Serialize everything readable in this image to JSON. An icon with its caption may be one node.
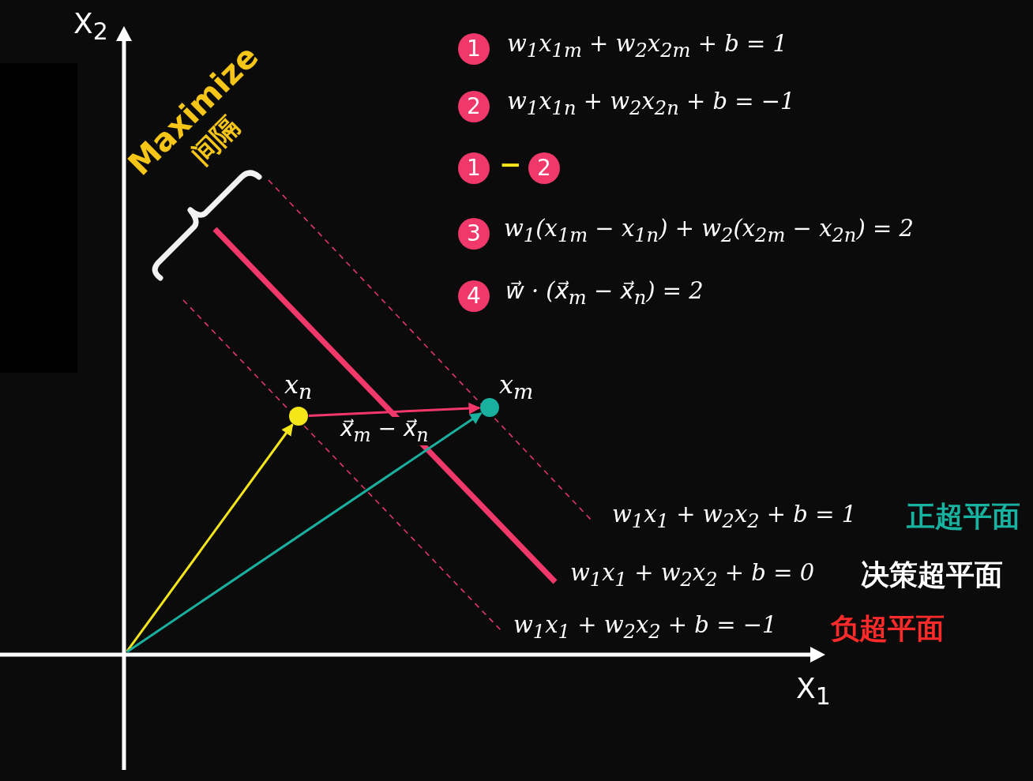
{
  "diagram": {
    "nodes": [
      {
        "text": [
          "1"
        ],
        "beside": [
          "w$_{1}$x$_{1m}$ + w$_{2}$x$_{2m}$ + b = 1"
        ]
      },
      {
        "text": [
          "2"
        ],
        "beside": [
          "w$_{1}$x$_{1n}$ + w$_{2}$x$_{2n}$ + b = −1"
        ]
      },
      {
        "text": [
          "1"
        ]
      },
      {
        "text": [
          "2"
        ]
      },
      {
        "text": [
          "3"
        ],
        "beside": [
          "w$_{1}$(x$_{1m}$ − x$_{1n}$) + w$_{2}$(x$_{2m}$ − x$_{2n}$) = 2"
        ]
      },
      {
        "text": [
          "4"
        ],
        "beside": [
          "w⃗ · (x⃗$_{m}$ − x⃗$_{n}$) = 2"
        ]
      },
      {
        "text": [],
        "shape": "circle",
        "beside": [
          "x$_{n}$"
        ]
      },
      {
        "text": [],
        "shape": "circle",
        "beside": [
          "x$_{m}$"
        ]
      }
    ],
    "edges": [
      {
        "from": null,
        "to": 6,
        "arrow": "to",
        "color": "#f5e61a"
      },
      {
        "from": null,
        "to": 7,
        "arrow": "to",
        "color": "#1ab0a0"
      },
      {
        "from": 6,
        "to": 7,
        "arrow": "to",
        "color": "#f2386a",
        "label": "x⃗$_{m}$ − x⃗$_{n}$"
      }
    ],
    "labels": [
      "X$_{2}$",
      "Maximize",
      "间隔",
      "−",
      "w$_{1}$x$_{1}$ + w$_{2}$x$_{2}$ + b = 1",
      "正超平面",
      "w$_{1}$x$_{1}$ + w$_{2}$x$_{2}$ + b = 0",
      "决策超平面",
      "w$_{1}$x$_{1}$ + w$_{2}$x$_{2}$ + b = −1",
      "负超平面",
      "X$_{1}$"
    ]
  }
}
